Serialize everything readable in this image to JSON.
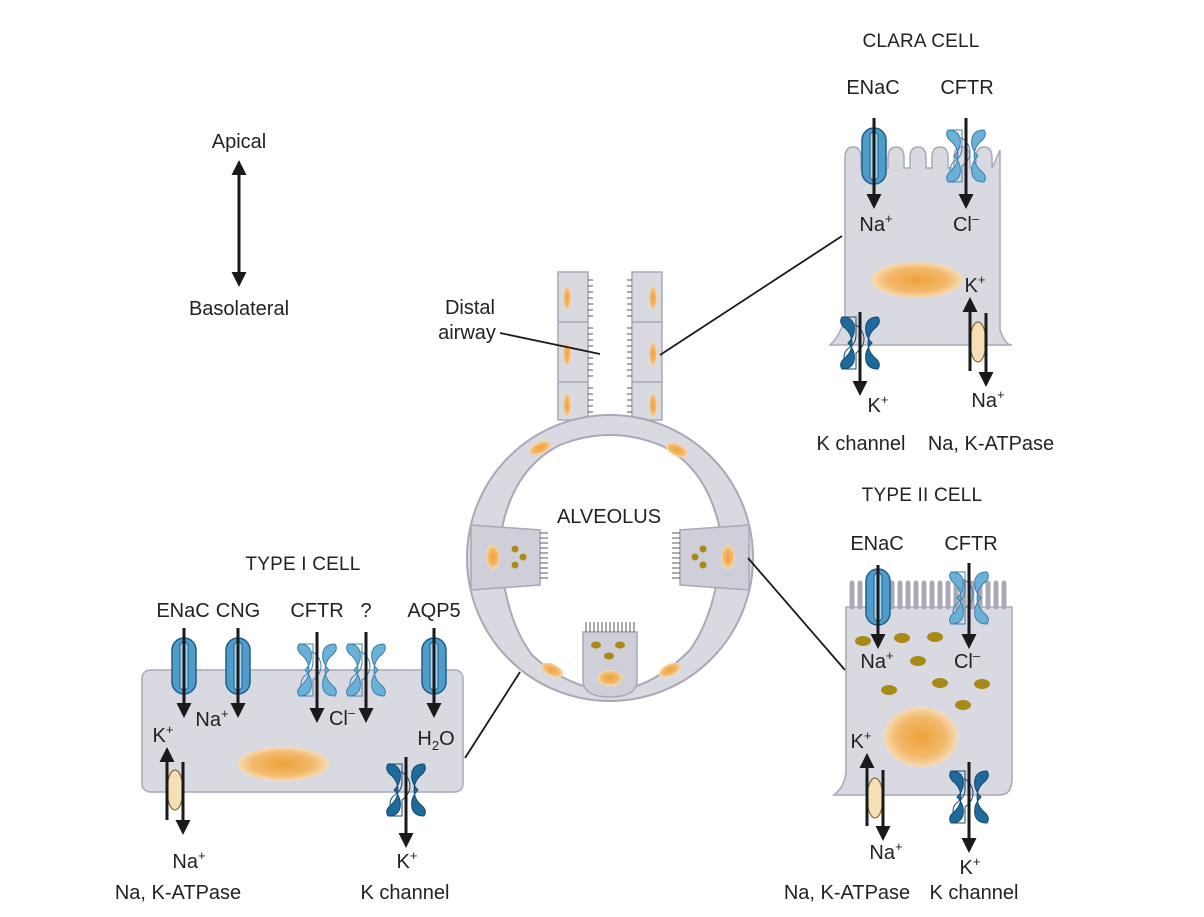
{
  "colors": {
    "cell_fill": "#d9d9e2",
    "cell_stroke": "#a9a9b6",
    "nucleus": "#eaa040",
    "granule": "#a88a17",
    "channel_light": "#6bb0d6",
    "channel_mid": "#3e8fc0",
    "channel_dark": "#1f6a9c",
    "atpase": "#f5dfb4",
    "arrow": "#1a1a1a"
  },
  "orientation": {
    "apical": "Apical",
    "basolateral": "Basolateral"
  },
  "airway": {
    "label_line1": "Distal",
    "label_line2": "airway"
  },
  "alveolus": {
    "label": "ALVEOLUS"
  },
  "clara_cell": {
    "title": "CLARA CELL",
    "channels": [
      "ENaC",
      "CFTR"
    ],
    "ions": {
      "na_in": "Na+",
      "cl_out": "Cl−",
      "k_in": "K+",
      "k_out": "K+",
      "na_out": "Na+"
    },
    "transporters": [
      "K channel",
      "Na, K-ATPase"
    ]
  },
  "type2_cell": {
    "title": "TYPE II CELL",
    "channels": [
      "ENaC",
      "CFTR"
    ],
    "ions": {
      "na_in": "Na+",
      "cl_out": "Cl−",
      "k_in": "K+",
      "na_out": "Na+",
      "k_out": "K+"
    },
    "transporters": [
      "Na, K-ATPase",
      "K channel"
    ]
  },
  "type1_cell": {
    "title": "TYPE I CELL",
    "channels": [
      "ENaC",
      "CNG",
      "CFTR",
      "?",
      "AQP5"
    ],
    "ions": {
      "k_in": "K+",
      "na_in": "Na+",
      "cl_out": "Cl−",
      "h2o": "H2O",
      "na_out": "Na+",
      "k_out": "K+"
    },
    "transporters": [
      "Na, K-ATPase",
      "K channel"
    ]
  }
}
